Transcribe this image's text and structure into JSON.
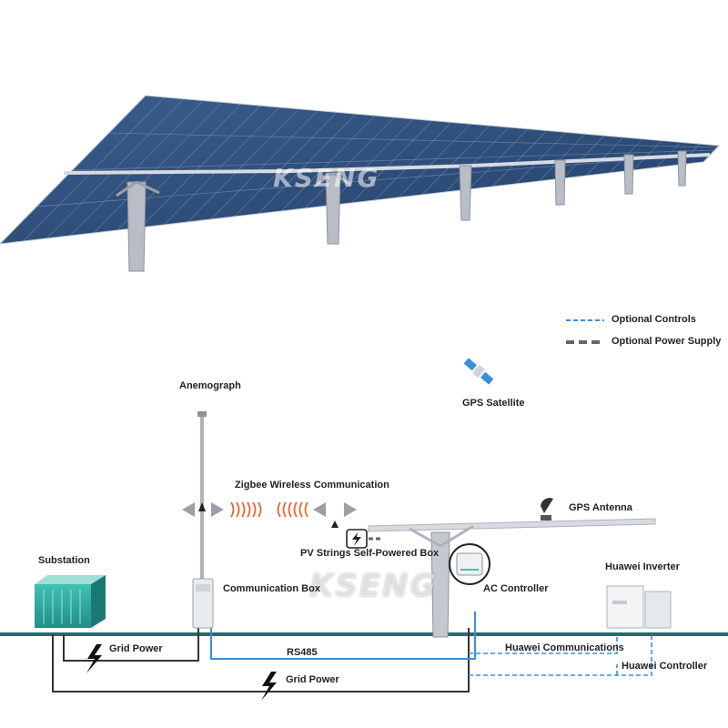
{
  "brand": {
    "watermark": "KSENG"
  },
  "colors": {
    "ground": "#1f6f6c",
    "optional_controls": "#3b8fd6",
    "optional_power": "#666666",
    "wire_blue": "#3b8fd6",
    "wire_dark": "#333333",
    "panel_blue": "#2d4d78",
    "wireless_waves": "#e8672a"
  },
  "legend": {
    "optional_controls": "Optional Controls",
    "optional_power_supply": "Optional Power Supply"
  },
  "labels": {
    "anemograph": "Anemograph",
    "gps_satellite": "GPS Satellite",
    "zigbee": "Zigbee Wireless Communication",
    "gps_antenna": "GPS Antenna",
    "pv_box": "PV Strings Self-Powered Box",
    "substation": "Substation",
    "huawei_inverter": "Huawei Inverter",
    "communication_box": "Communication Box",
    "ac_controller": "AC Controller",
    "grid_power_1": "Grid Power",
    "rs485": "RS485",
    "huawei_communications": "Huawei Communications",
    "huawei_controller": "Huawei Controller",
    "grid_power_2": "Grid Power"
  },
  "icons": [
    "solar-tracker-array",
    "satellite-icon",
    "gps-antenna-icon",
    "substation-icon",
    "inverter-icon",
    "lightning-icon",
    "communication-box-icon",
    "ac-controller-icon",
    "pv-box-icon",
    "antenna-icon"
  ]
}
